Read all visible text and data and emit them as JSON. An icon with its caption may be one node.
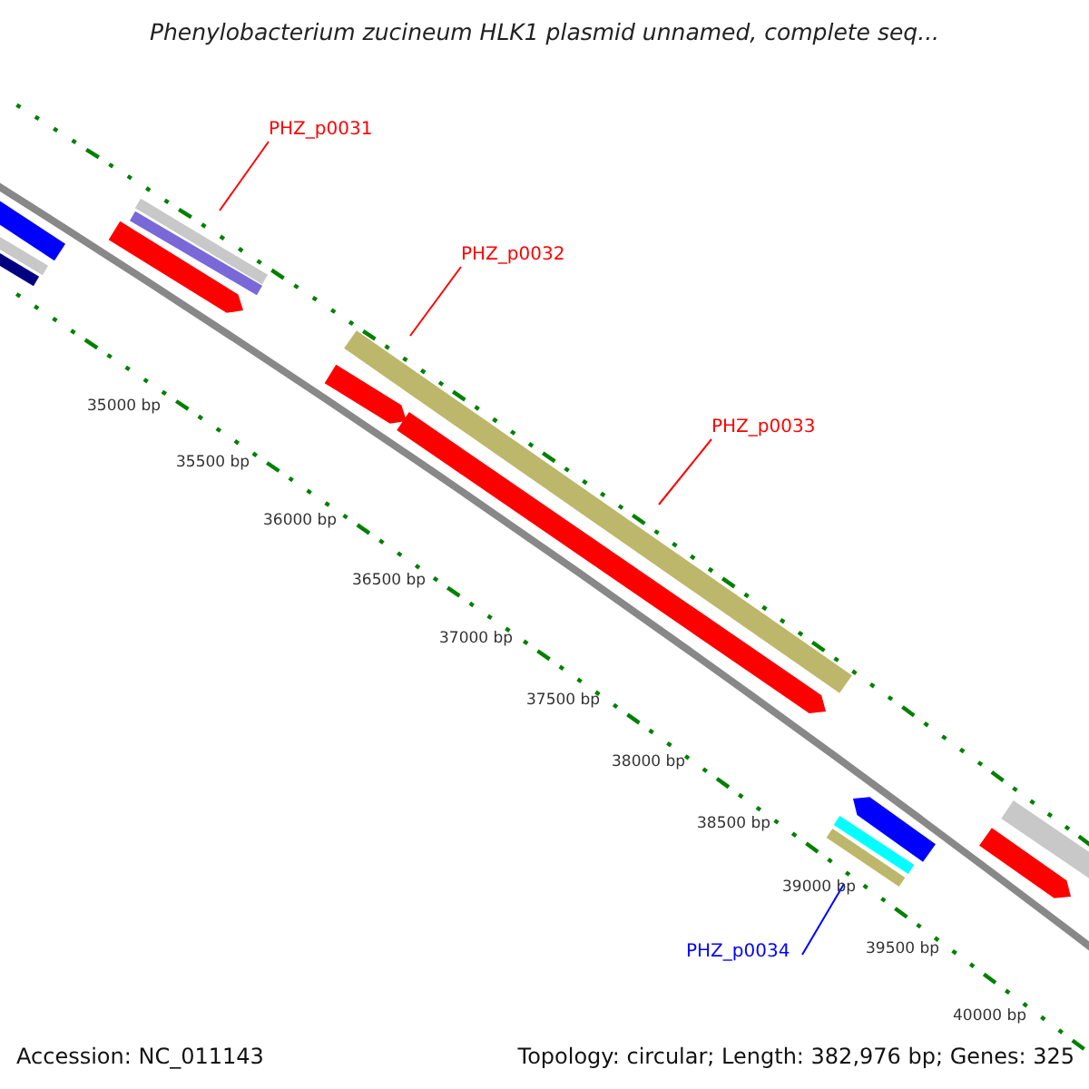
{
  "diagram": {
    "title": "Phenylobacterium zucineum HLK1 plasmid unnamed, complete seq...",
    "nodes": [
      {
        "text": [
          "PHZ_p0031"
        ]
      },
      {
        "text": [],
        "shape": "bar"
      },
      {
        "text": [
          "PHZ_p0032"
        ]
      },
      {
        "text": [],
        "shape": "bar"
      },
      {
        "text": [
          "PHZ_p0033"
        ]
      },
      {
        "text": [],
        "shape": "bar"
      },
      {
        "text": [
          "PHZ_p0034"
        ]
      },
      {
        "text": [],
        "shape": "bar"
      }
    ],
    "edges": [
      {
        "from": 0,
        "to": 1,
        "arrow": "none"
      },
      {
        "from": 2,
        "to": 3,
        "arrow": "none"
      },
      {
        "from": 4,
        "to": 5,
        "arrow": "none"
      },
      {
        "from": 6,
        "to": 7,
        "arrow": "none",
        "color": "#0000ff"
      }
    ],
    "labels": [
      "35000 bp",
      "35500 bp",
      "36000 bp",
      "36500 bp",
      "37000 bp",
      "37500 bp",
      "38000 bp",
      "38500 bp",
      "39000 bp",
      "39500 bp",
      "40000 bp",
      "Accession: NC_011143",
      "Topology: circular; Length: 382,976 bp; Genes: 325"
    ]
  }
}
